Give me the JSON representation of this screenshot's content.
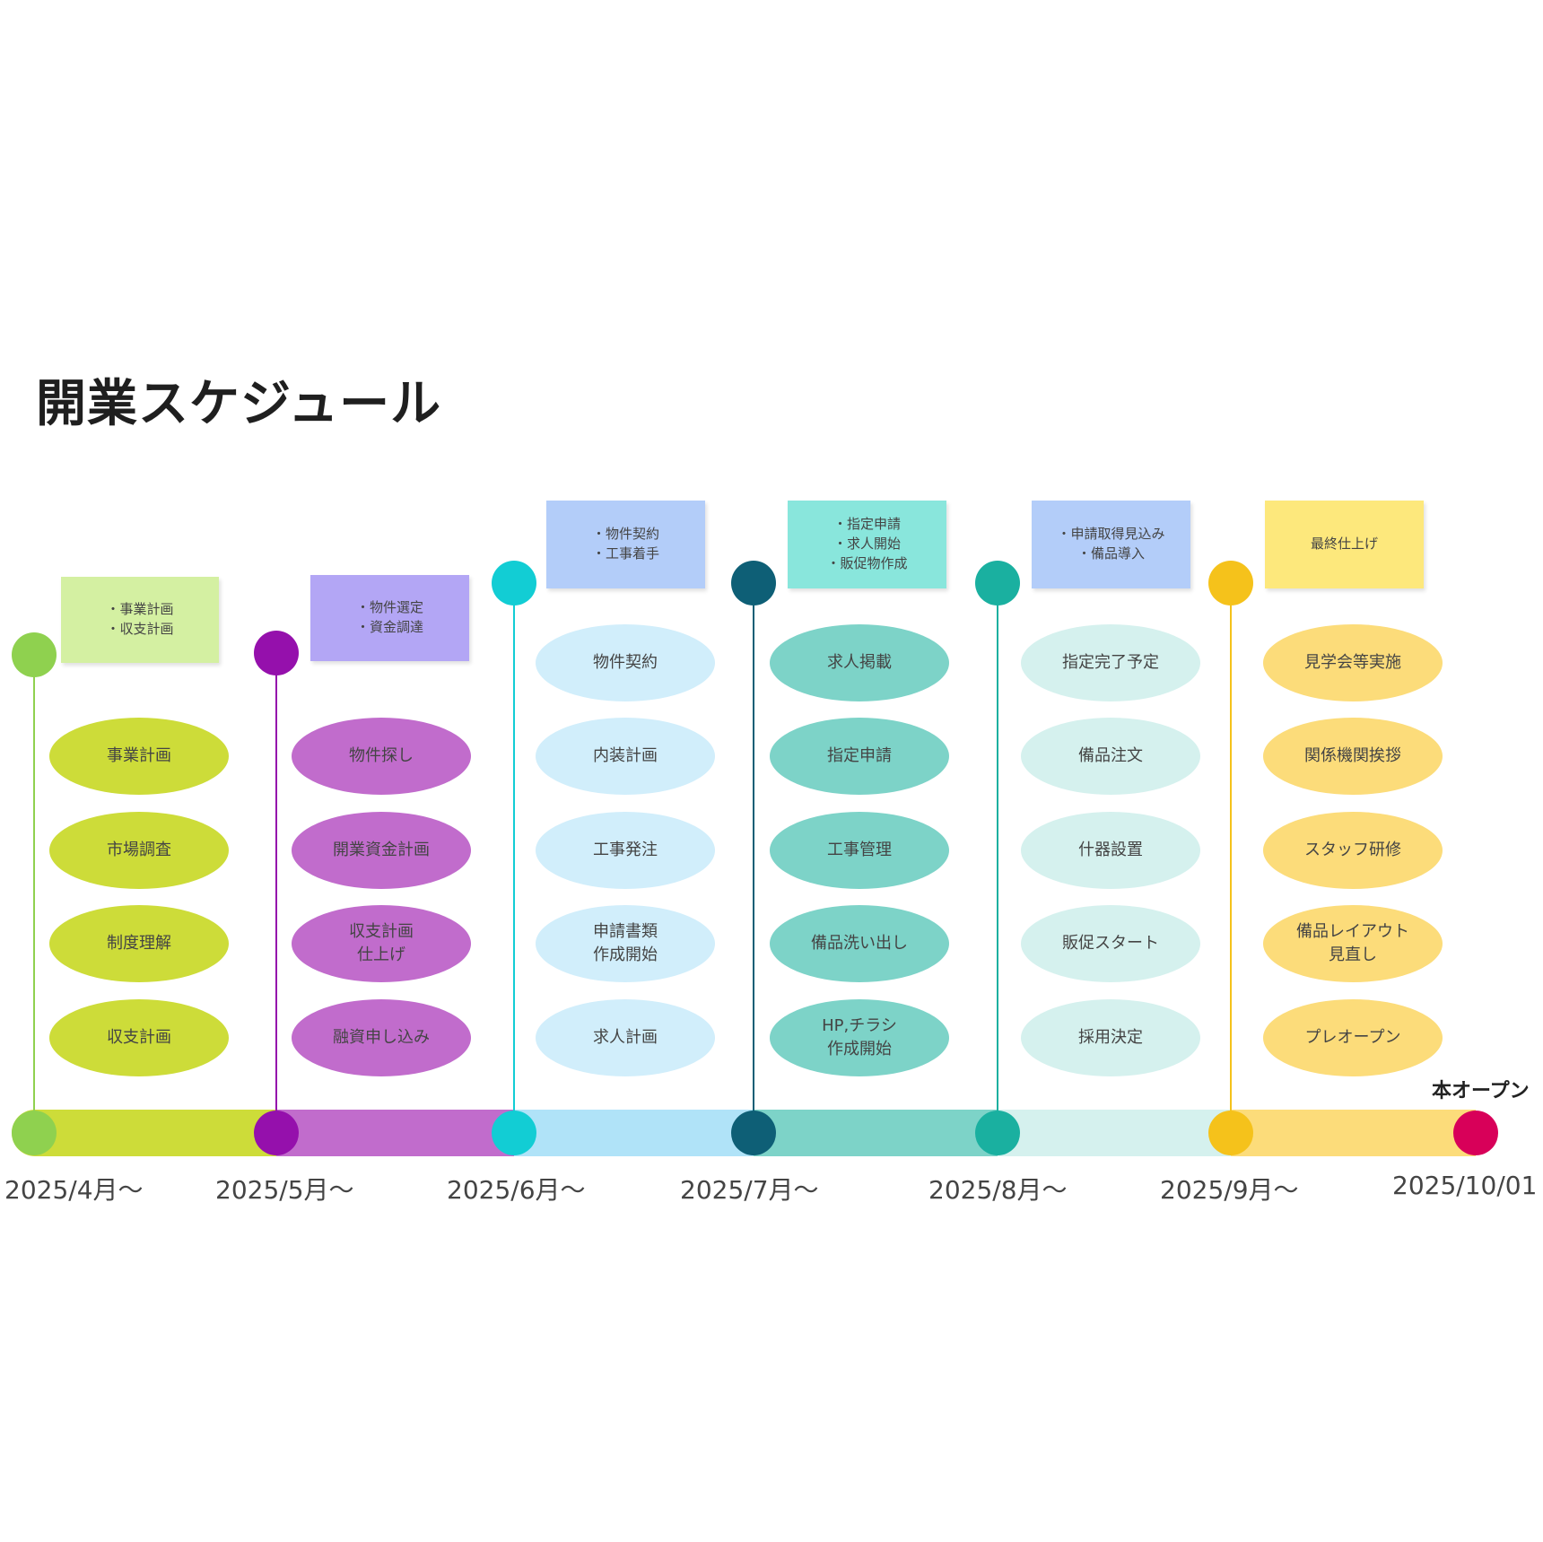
{
  "title": "開業スケジュール",
  "final_label": "本オープン",
  "phases": [
    {
      "date": "2025/4月〜",
      "color": "#8fd14f",
      "bar_color": "#cddc39",
      "pill_color": "#cddc39",
      "note_color": "#d4f0a2",
      "note": "・事業計画\n・収支計画",
      "items": [
        "事業計画",
        "市場調査",
        "制度理解",
        "収支計画"
      ]
    },
    {
      "date": "2025/5月〜",
      "color": "#9510ac",
      "bar_color": "#c16ccc",
      "pill_color": "#c16ccc",
      "note_color": "#b3a6f5",
      "note": "・物件選定\n・資金調達",
      "items": [
        "物件探し",
        "開業資金計画",
        "収支計画\n仕上げ",
        "融資申し込み"
      ]
    },
    {
      "date": "2025/6月〜",
      "color": "#12cdd4",
      "bar_color": "#b0e3f8",
      "pill_color": "#d1eefb",
      "note_color": "#b3cdf9",
      "note": "・物件契約\n・工事着手",
      "items": [
        "物件契約",
        "内装計画",
        "工事発注",
        "申請書類\n作成開始",
        "求人計画"
      ]
    },
    {
      "date": "2025/7月〜",
      "color": "#0e5f76",
      "bar_color": "#7dd3c8",
      "pill_color": "#7dd3c8",
      "note_color": "#89e6dc",
      "note": "・指定申請\n・求人開始\n・販促物作成",
      "items": [
        "求人掲載",
        "指定申請",
        "工事管理",
        "備品洗い出し",
        "HP,チラシ\n作成開始"
      ]
    },
    {
      "date": "2025/8月〜",
      "color": "#1ab0a0",
      "bar_color": "#d5f1ee",
      "pill_color": "#d5f1ee",
      "note_color": "#b3cdf9",
      "note": "・申請取得見込み\n・備品導入",
      "items": [
        "指定完了予定",
        "備品注文",
        "什器設置",
        "販促スタート",
        "採用決定"
      ]
    },
    {
      "date": "2025/9月〜",
      "color": "#f5c21b",
      "bar_color": "#fcdc7a",
      "pill_color": "#fcdc7a",
      "note_color": "#fde87c",
      "note": "最終仕上げ",
      "items": [
        "見学会等実施",
        "関係機関挨拶",
        "スタッフ研修",
        "備品レイアウト\n見直し",
        "プレオープン"
      ]
    }
  ],
  "final": {
    "date": "2025/10/01",
    "color": "#d80059"
  }
}
